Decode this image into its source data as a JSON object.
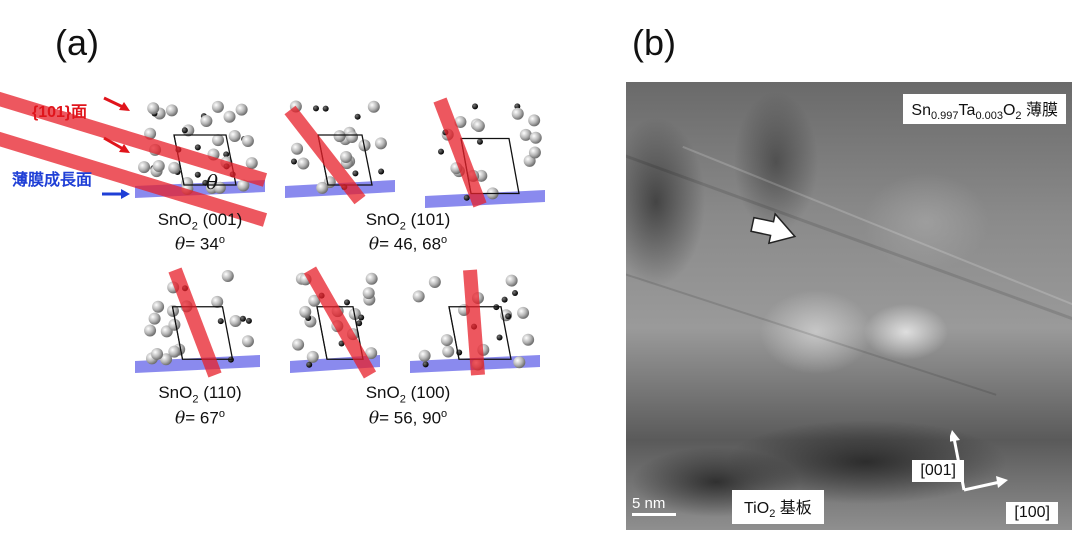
{
  "panel_a": {
    "letter": "(a)",
    "plane_label": "{101}面",
    "growth_label": "薄膜成長面",
    "theta_symbol": "θ",
    "structures": [
      {
        "name_main": "SnO",
        "name_sub": "2",
        "name_tail": " (001)",
        "theta_values": "= 34",
        "deg": "o"
      },
      {
        "name_main": "SnO",
        "name_sub": "2",
        "name_tail": " (101)",
        "theta_values": "= 46, 68",
        "deg": "o"
      },
      {
        "name_main": "SnO",
        "name_sub": "2",
        "name_tail": " (110)",
        "theta_values": "= 67",
        "deg": "o"
      },
      {
        "name_main": "SnO",
        "name_sub": "2",
        "name_tail": " (100)",
        "theta_values": "= 56, 90",
        "deg": "o"
      }
    ]
  },
  "panel_b": {
    "letter": "(b)",
    "film": {
      "a": "Sn",
      "a_sub": "0.997",
      "b": "Ta",
      "b_sub": "0.003",
      "c": "O",
      "c_sub": "2",
      "tail": " 薄膜"
    },
    "substrate": {
      "main": "TiO",
      "sub": "2",
      "tail": " 基板"
    },
    "dir_001": "[001]",
    "dir_100": "[100]",
    "scale": "5 nm"
  },
  "colors": {
    "plane": "#e8202a",
    "growth": "#2a2ae0",
    "atom_sn": "#b8b8b8",
    "atom_o": "#1a1a1a"
  }
}
